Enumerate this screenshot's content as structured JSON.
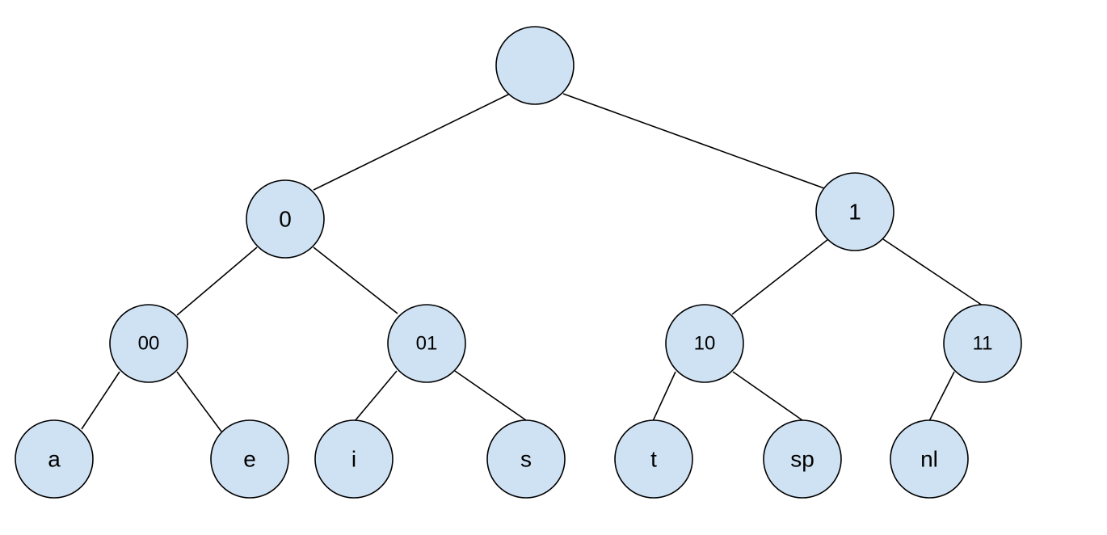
{
  "diagram": {
    "type": "binary-tree",
    "colors": {
      "node_fill": "#cfe2f3",
      "node_stroke": "#000000",
      "edge": "#000000"
    },
    "nodes": [
      {
        "id": "root",
        "label": ""
      },
      {
        "id": "n0",
        "label": "0"
      },
      {
        "id": "n1",
        "label": "1"
      },
      {
        "id": "n00",
        "label": "00"
      },
      {
        "id": "n01",
        "label": "01"
      },
      {
        "id": "n10",
        "label": "10"
      },
      {
        "id": "n11",
        "label": "11"
      },
      {
        "id": "leaf-a",
        "label": "a"
      },
      {
        "id": "leaf-e",
        "label": "e"
      },
      {
        "id": "leaf-i",
        "label": "i"
      },
      {
        "id": "leaf-s",
        "label": "s"
      },
      {
        "id": "leaf-t",
        "label": "t"
      },
      {
        "id": "leaf-sp",
        "label": "sp"
      },
      {
        "id": "leaf-nl",
        "label": "nl"
      }
    ],
    "edges": [
      {
        "from": "root",
        "to": "n0"
      },
      {
        "from": "root",
        "to": "n1"
      },
      {
        "from": "n0",
        "to": "n00"
      },
      {
        "from": "n0",
        "to": "n01"
      },
      {
        "from": "n1",
        "to": "n10"
      },
      {
        "from": "n1",
        "to": "n11"
      },
      {
        "from": "n00",
        "to": "leaf-a"
      },
      {
        "from": "n00",
        "to": "leaf-e"
      },
      {
        "from": "n01",
        "to": "leaf-i"
      },
      {
        "from": "n01",
        "to": "leaf-s"
      },
      {
        "from": "n10",
        "to": "leaf-t"
      },
      {
        "from": "n10",
        "to": "leaf-sp"
      },
      {
        "from": "n11",
        "to": "leaf-nl"
      }
    ]
  }
}
